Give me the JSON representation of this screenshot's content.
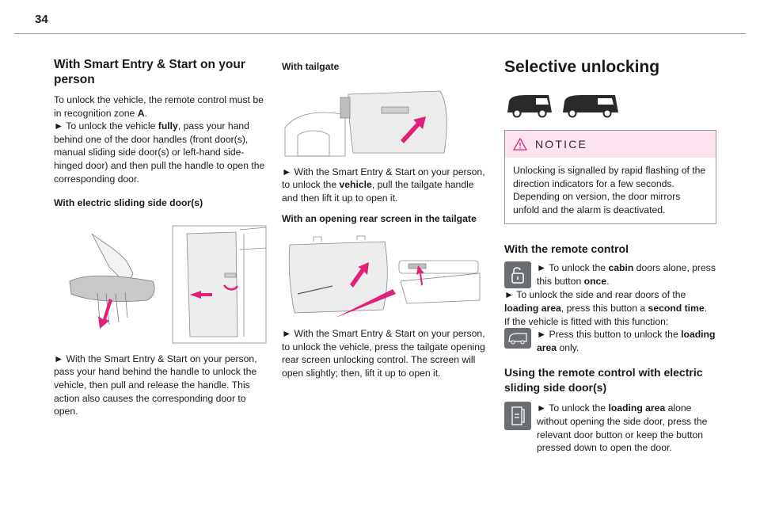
{
  "page": {
    "number": "34"
  },
  "col1": {
    "heading": "With Smart Entry & Start on your person",
    "intro_pre": "To unlock the vehicle, the remote control must be in recognition zone ",
    "intro_zone": "A",
    "intro_post": ".",
    "step1_pre": "► To unlock the vehicle ",
    "step1_bold": "fully",
    "step1_post": ", pass your hand behind one of the door handles (front door(s), manual sliding side door(s) or left-hand side-hinged door) and then pull the handle to open the corresponding door.",
    "subheading": "With electric sliding side door(s)",
    "step2": "► With the Smart Entry & Start on your person, pass your hand behind the handle to unlock the vehicle, then pull and release the handle. This action also causes the corresponding door to open."
  },
  "col2": {
    "subheading1": "With tailgate",
    "step1_pre": "► With the Smart Entry & Start on your person, to unlock the ",
    "step1_bold": "vehicle",
    "step1_post": ", pull the tailgate handle and then lift it up to open it.",
    "subheading2": "With an opening rear screen in the tailgate",
    "step2": "► With the Smart Entry & Start on your person, to unlock the vehicle, press the tailgate opening rear screen unlocking control. The screen will open slightly; then, lift it up to open it."
  },
  "col3": {
    "title": "Selective unlocking",
    "notice": {
      "title": "NOTICE",
      "body": "Unlocking is signalled by rapid flashing of the direction indicators for a few seconds. Depending on version, the door mirrors unfold and the alarm is deactivated."
    },
    "remote": {
      "heading": "With the remote control",
      "step1_pre": "► To unlock the ",
      "step1_bold1": "cabin",
      "step1_mid": " doors alone, press this button ",
      "step1_bold2": "once",
      "step1_post": ".",
      "step2_pre": "► To unlock the side and rear doors of the ",
      "step2_bold1": "loading area",
      "step2_mid": ", press this button a ",
      "step2_bold2": "second time",
      "step2_post": ".",
      "step3": "If the vehicle is fitted with this function:",
      "step4_pre": "► Press this button to unlock the ",
      "step4_bold": "loading area",
      "step4_post": " only."
    },
    "electric": {
      "heading": "Using the remote control with electric sliding side door(s)",
      "step_pre": "► To unlock the ",
      "step_bold": "loading area",
      "step_post": " alone without opening the side door, press the relevant door button or keep the button pressed down to open the door."
    }
  },
  "colors": {
    "arrow": "#e0207a",
    "notice_bg": "#fbe3ef",
    "icon_bg": "#6b6e72",
    "rule": "#9a9a9a"
  }
}
